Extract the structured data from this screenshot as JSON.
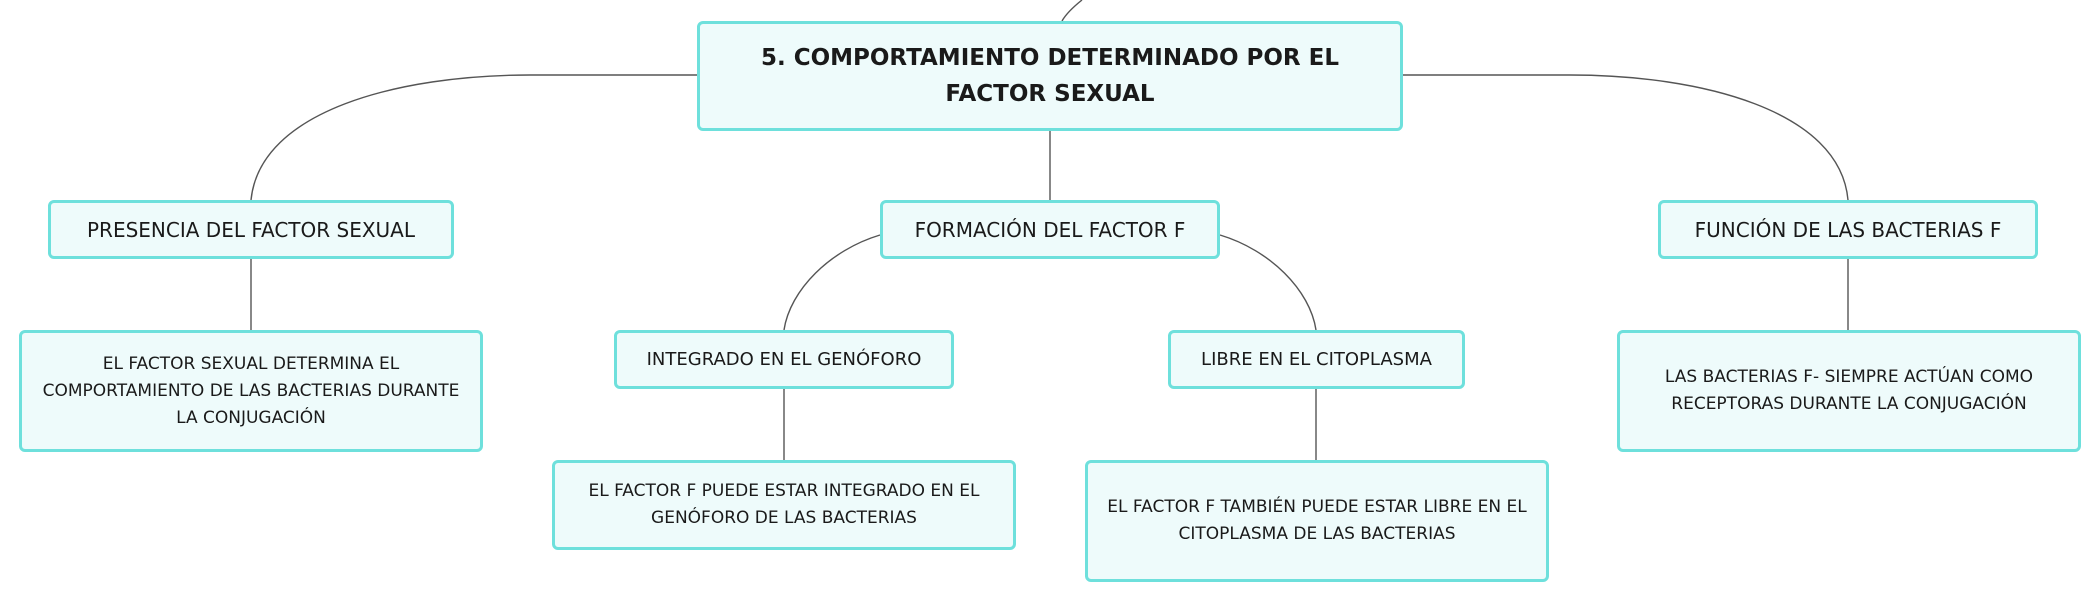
{
  "root": {
    "label": "5. COMPORTAMIENTO DETERMINADO POR EL FACTOR SEXUAL"
  },
  "branches": {
    "presencia": {
      "label": "PRESENCIA DEL FACTOR SEXUAL",
      "detail": "EL FACTOR SEXUAL DETERMINA EL COMPORTAMIENTO DE LAS BACTERIAS DURANTE LA CONJUGACIÓN"
    },
    "formacion": {
      "label": "FORMACIÓN DEL FACTOR F",
      "integrado": {
        "label": "INTEGRADO EN EL GENÓFORO",
        "detail": "EL FACTOR F PUEDE ESTAR INTEGRADO EN EL GENÓFORO DE LAS BACTERIAS"
      },
      "libre": {
        "label": "LIBRE EN EL CITOPLASMA",
        "detail": "EL FACTOR F TAMBIÉN PUEDE ESTAR LIBRE EN EL CITOPLASMA DE LAS BACTERIAS"
      }
    },
    "funcion": {
      "label": "FUNCIÓN DE LAS BACTERIAS F",
      "detail": "LAS BACTERIAS F- SIEMPRE ACTÚAN COMO RECEPTORAS DURANTE LA CONJUGACIÓN"
    }
  },
  "colors": {
    "node_fill": "#eefbfb",
    "node_border": "#6ee0dc",
    "connector": "#555555",
    "text": "#1a1a1a"
  }
}
